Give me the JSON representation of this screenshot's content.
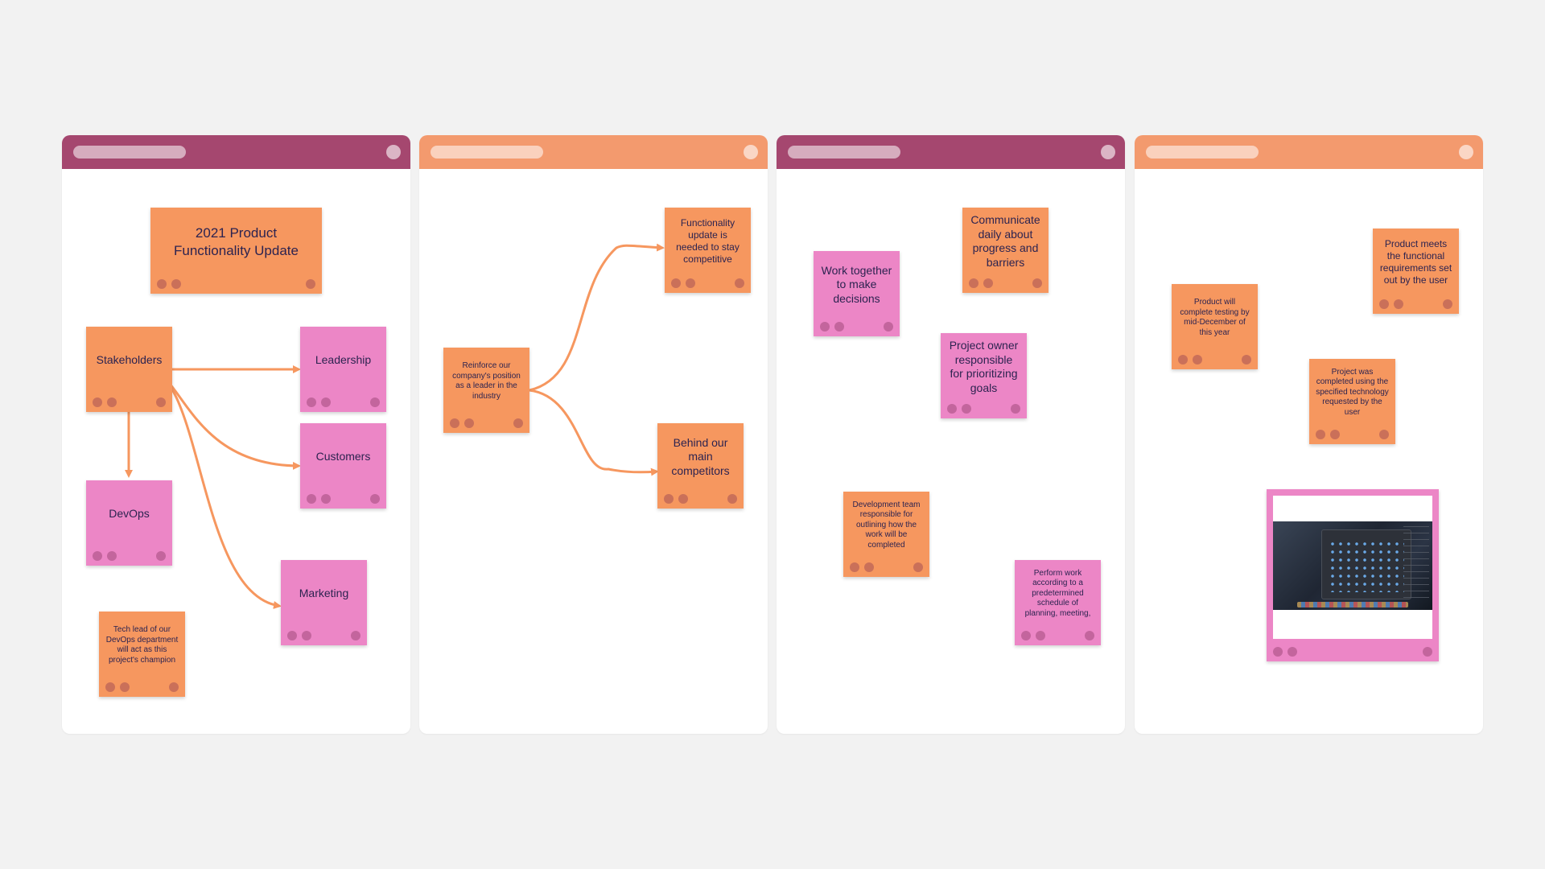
{
  "theme": {
    "board_header_purple": "#a5476f",
    "board_header_orange": "#f39a6e",
    "note_orange": "#f6975f",
    "note_pink": "#ec86c6",
    "arrow_color": "#f6975f"
  },
  "boards": [
    {
      "title": "2021 Product Functionality Update",
      "notes": {
        "stakeholders": "Stakeholders",
        "leadership": "Leadership",
        "customers": "Customers",
        "devops": "DevOps",
        "marketing": "Marketing",
        "tech_lead": "Tech lead of our DevOps department will act as this project's champion"
      }
    },
    {
      "notes": {
        "reinforce": "Reinforce our company's position as a leader in the industry",
        "functionality": "Functionality update is needed to stay competitive",
        "behind": "Behind our main competitors"
      }
    },
    {
      "notes": {
        "work_together": "Work together to make decisions",
        "communicate": "Communicate daily about progress and barriers",
        "project_owner": "Project owner responsible for prioritizing goals",
        "dev_team": "Development team responsible for outlining how the work will be completed",
        "perform_work": "Perform work according to a predetermined schedule of planning, meeting,"
      }
    },
    {
      "notes": {
        "testing": "Product will complete testing by mid-December of this year",
        "meets": "Product meets the functional requirements set out by the user",
        "completed": "Project was completed using the specified technology requested by the user"
      },
      "image_card": "desktop-screenshot"
    }
  ]
}
